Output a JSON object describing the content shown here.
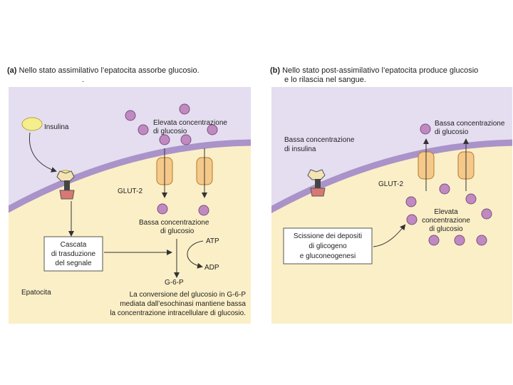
{
  "panel_a": {
    "tag": "(a)",
    "title": "Nello stato assimilativo l’epatocita assorbe glucosio.",
    "subtitle": ".",
    "insulin_label": "Insulina",
    "high_glucose": [
      "Elevata concentrazione",
      "di glucosio"
    ],
    "transporter_label": "GLUT-2",
    "low_glucose": [
      "Bassa concentrazione",
      "di glucosio"
    ],
    "cascade_box": [
      "Cascata",
      "di trasduzione",
      "del segnale"
    ],
    "atp_label": "ATP",
    "adp_label": "ADP",
    "g6p_label": "G-6-P",
    "cell_label": "Epatocita",
    "caption": [
      "La conversione del glucosio in G-6-P",
      "mediata dall’esochinasi mantiene bassa",
      "la concentrazione intracellulare di glucosio."
    ]
  },
  "panel_b": {
    "tag": "(b)",
    "title_lines": [
      "Nello stato post-assimilativo l’epatocita produce glucosio",
      "e lo rilascia nel sangue."
    ],
    "low_glucose": [
      "Bassa concentrazione",
      "di glucosio"
    ],
    "low_insulin": [
      "Bassa concentrazione",
      "di insulina"
    ],
    "transporter_label": "GLUT-2",
    "high_glucose": [
      "Elevata",
      "concentrazione",
      "di glucosio"
    ],
    "deposits_box": [
      "Scissione dei depositi",
      "di glicogeno",
      "e gluconeogenesi"
    ]
  },
  "colors": {
    "blood": "#e4def0",
    "cytoplasm": "#fbefc7",
    "membrane": "#a993c9",
    "glucose": "#c08ac0",
    "transporter": "#f5c98a",
    "insulin": "#f6ee8c"
  }
}
